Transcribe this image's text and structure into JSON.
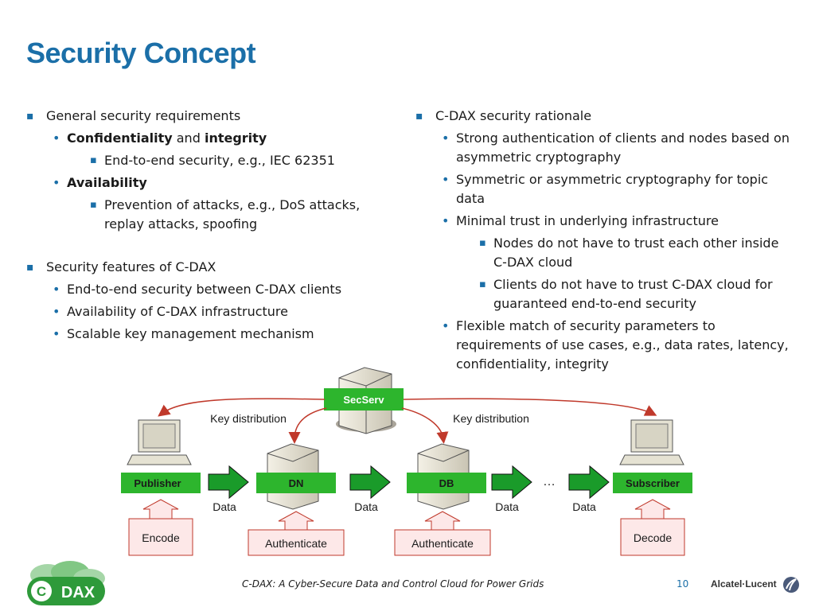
{
  "title": "Security Concept",
  "left": {
    "item1": "General security requirements",
    "conf_a": "Confidentiality",
    "conf_b": "and",
    "conf_c": "integrity",
    "e2e": "End-to-end security, e.g., IEC 62351",
    "avail": "Availability",
    "prevent": "Prevention of attacks, e.g., DoS attacks, replay attacks, spoofing",
    "item2": "Security features of C-DAX",
    "f1": "End-to-end security between C-DAX clients",
    "f2": "Availability of C-DAX infrastructure",
    "f3": "Scalable key management mechanism"
  },
  "right": {
    "item1": "C-DAX security rationale",
    "r1": "Strong authentication of clients and nodes based on asymmetric cryptography",
    "r2": "Symmetric or asymmetric cryptography for topic data",
    "r3": "Minimal trust in underlying infrastructure",
    "r3a": "Nodes do not have to trust each other inside C-DAX cloud",
    "r3b": "Clients do not have to trust C-DAX cloud for guaranteed end-to-end security",
    "r4": "Flexible match of security parameters to requirements of use cases, e.g., data rates, latency, confidentiality, integrity"
  },
  "diagram": {
    "secserv": "SecServ",
    "key_left": "Key distribution",
    "key_right": "Key distribution",
    "publisher": "Publisher",
    "dn": "DN",
    "db": "DB",
    "subscriber": "Subscriber",
    "ellipsis": "…",
    "data1": "Data",
    "data2": "Data",
    "data3": "Data",
    "data4": "Data",
    "encode": "Encode",
    "auth1": "Authenticate",
    "auth2": "Authenticate",
    "decode": "Decode"
  },
  "footer": {
    "text": "C-DAX: A Cyber-Secure Data and Control Cloud for Power Grids",
    "page": "10",
    "brand": "Alcatel·Lucent",
    "logo_text": "DAX"
  },
  "colors": {
    "title_blue": "#1b6fa8",
    "green_label": "#2db52d",
    "arrow_green": "#1a9b2a",
    "red_arrow": "#c0392b",
    "pink_box": "#fde8e8"
  }
}
